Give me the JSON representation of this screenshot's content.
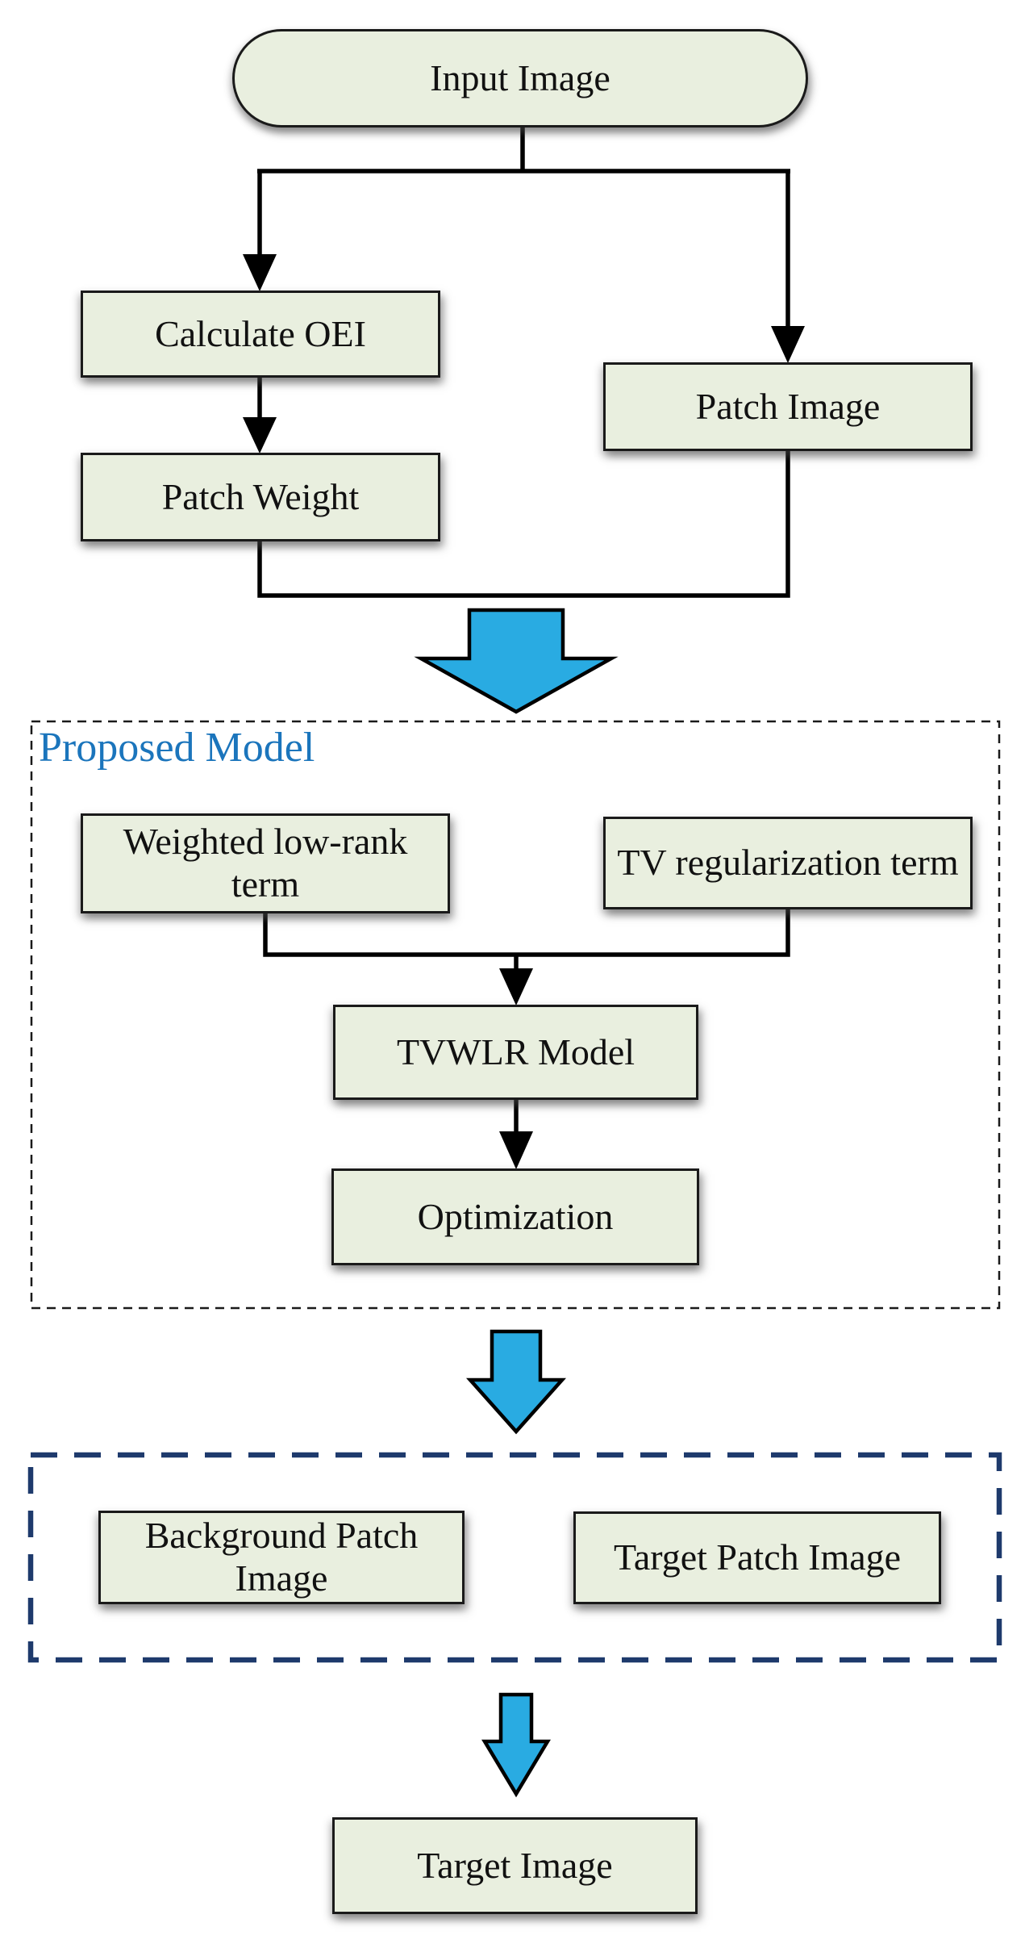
{
  "colors": {
    "node_fill": "#e9efdf",
    "node_border": "#1a1a1a",
    "connector": "#000000",
    "flow_arrow_fill": "#29abe2",
    "flow_arrow_stroke": "#000000",
    "proposed_label_color": "#1b75bc",
    "proposed_border": "#1a1a1a",
    "output_border": "#1e3a6c",
    "text_color": "#111111",
    "background": "#ffffff"
  },
  "nodes": {
    "input_image": {
      "label": "Input Image",
      "shape": "stadium"
    },
    "calculate_oei": {
      "label": "Calculate OEI",
      "shape": "rect"
    },
    "patch_image": {
      "label": "Patch Image",
      "shape": "rect"
    },
    "patch_weight": {
      "label": "Patch Weight",
      "shape": "rect"
    },
    "weighted_low_rank": {
      "label": "Weighted low-rank term",
      "shape": "rect"
    },
    "tv_regularization": {
      "label": "TV regularization term",
      "shape": "rect"
    },
    "tvwlr_model": {
      "label": "TVWLR Model",
      "shape": "rect"
    },
    "optimization": {
      "label": "Optimization",
      "shape": "rect"
    },
    "background_patch_image": {
      "label": "Background Patch Image",
      "shape": "rect"
    },
    "target_patch_image": {
      "label": "Target Patch Image",
      "shape": "rect"
    },
    "target_image": {
      "label": "Target Image",
      "shape": "rect"
    }
  },
  "groups": {
    "proposed_model": {
      "label": "Proposed Model",
      "border": "small black dashes"
    },
    "output_stage": {
      "label": "",
      "border": "long navy dashes"
    }
  },
  "edges": [
    {
      "from": "input_image",
      "to": "calculate_oei",
      "type": "arrow"
    },
    {
      "from": "input_image",
      "to": "patch_image",
      "type": "arrow"
    },
    {
      "from": "calculate_oei",
      "to": "patch_weight",
      "type": "arrow"
    },
    {
      "from": "patch_weight",
      "to": "proposed_model",
      "type": "merged-line-then-block-arrow"
    },
    {
      "from": "patch_image",
      "to": "proposed_model",
      "type": "merged-line-then-block-arrow"
    },
    {
      "from": "weighted_low_rank",
      "to": "tvwlr_model",
      "type": "merged-arrow"
    },
    {
      "from": "tv_regularization",
      "to": "tvwlr_model",
      "type": "merged-arrow"
    },
    {
      "from": "tvwlr_model",
      "to": "optimization",
      "type": "arrow"
    },
    {
      "from": "proposed_model",
      "to": "output_stage",
      "type": "block-arrow"
    },
    {
      "from": "output_stage",
      "to": "target_image",
      "type": "block-arrow"
    }
  ]
}
